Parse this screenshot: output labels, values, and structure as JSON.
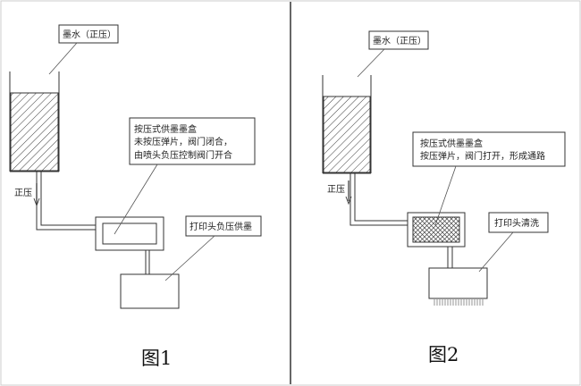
{
  "figure1": {
    "ink_label": "墨水（正压）",
    "pressure_label": "正压",
    "box_lines": [
      "按压式供墨墨盒",
      "未按压弹片，阀门闭合，",
      "由喷头负压控制阀门开合"
    ],
    "printhead_label": "打印头负压供墨",
    "caption": "图1"
  },
  "figure2": {
    "ink_label": "墨水（正压）",
    "pressure_label": "正压",
    "box_lines": [
      "按压式供墨墨盒",
      "按压弹片，阀门打开，形成通路"
    ],
    "printhead_label": "打印头清洗",
    "caption": "图2"
  }
}
